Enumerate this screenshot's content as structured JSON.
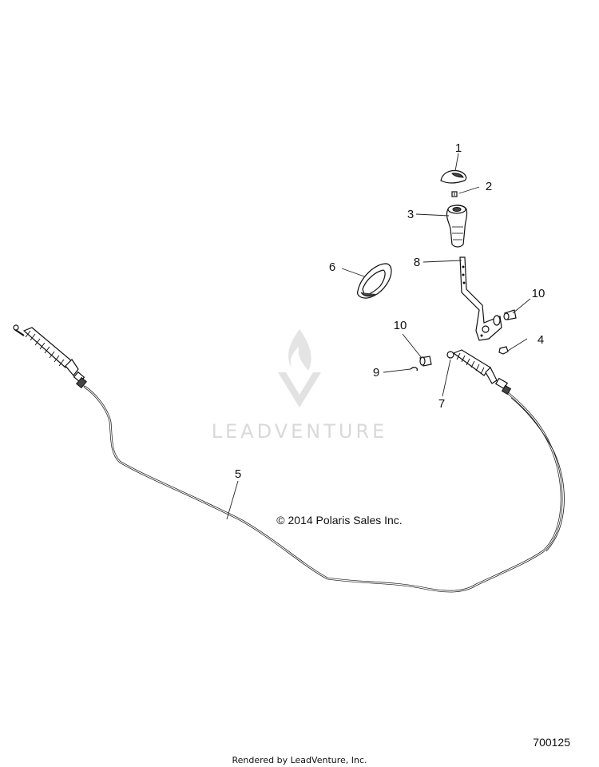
{
  "watermark": {
    "text": "LEADVENTURE"
  },
  "copyright": "© 2014 Polaris Sales Inc.",
  "diagram_id": "700125",
  "footer": {
    "rendered_by": "Rendered by LeadVenture, Inc."
  },
  "callouts": {
    "c1": "1",
    "c2": "2",
    "c3": "3",
    "c4": "4",
    "c5": "5",
    "c6": "6",
    "c7": "7",
    "c8": "8",
    "c9": "9",
    "c10a": "10",
    "c10b": "10"
  }
}
